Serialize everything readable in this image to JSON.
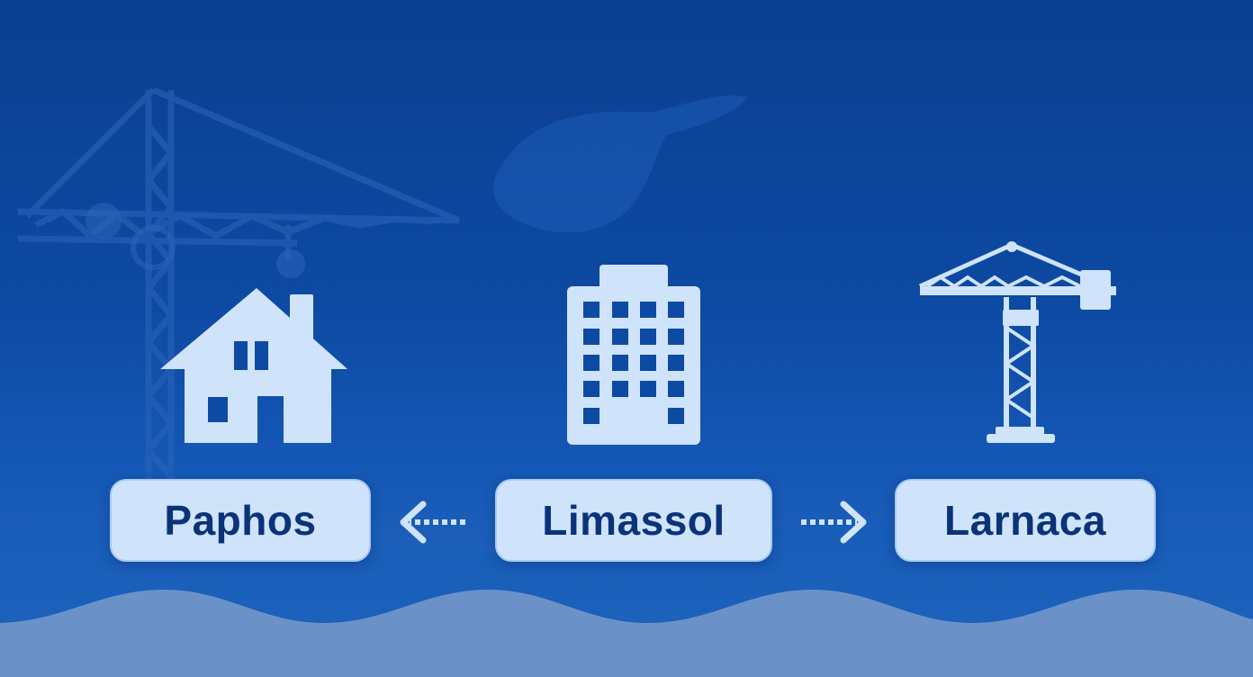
{
  "cities": {
    "left": "Paphos",
    "center": "Limassol",
    "right": "Larnaca"
  },
  "icons": [
    "house-icon",
    "office-building-icon",
    "construction-crane-icon",
    "arrow-left-icon",
    "arrow-right-icon"
  ],
  "colors": {
    "background": "#0d4aa3",
    "label_fill": "#cfe3fb",
    "label_text": "#0b3379",
    "icon_fill": "#cfe3fb",
    "wave": "#6a92c9"
  }
}
